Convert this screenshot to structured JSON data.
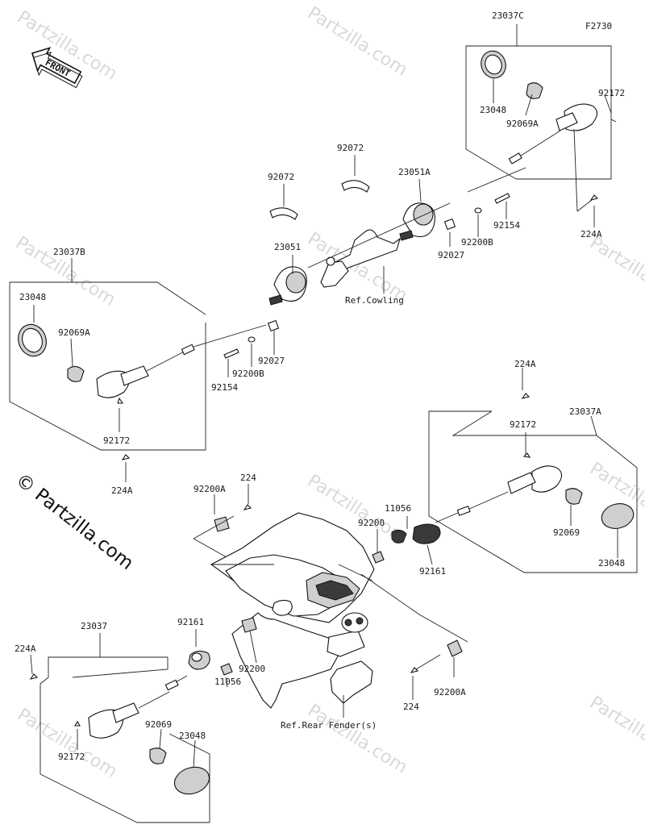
{
  "figure_code": "F2730",
  "front_label": "FRONT",
  "watermark": "Partzilla.com",
  "copyright": "© Partzilla.com",
  "labels": {
    "a23037C": "23037C",
    "a23048_tr": "23048",
    "a92069A_tr": "92069A",
    "a92172_tr": "92172",
    "a224A_tr": "224A",
    "a92072_a": "92072",
    "a92072_b": "92072",
    "a23051A": "23051A",
    "a92154_r": "92154",
    "a92200B_r": "92200B",
    "a92027_r": "92027",
    "a23051": "23051",
    "ref_cowling": "Ref.Cowling",
    "a23037B": "23037B",
    "a23048_tl": "23048",
    "a92069A_tl": "92069A",
    "a92027_l": "92027",
    "a92200B_l": "92200B",
    "a92154_l": "92154",
    "a92172_tl": "92172",
    "a224A_tl": "224A",
    "a224A_mr": "224A",
    "a23037A": "23037A",
    "a92172_mr": "92172",
    "a92069_mr": "92069",
    "a23048_mr": "23048",
    "a92200A_l": "92200A",
    "a224_l": "224",
    "a92200_r": "92200",
    "a11056_r": "11056",
    "a92161_r": "92161",
    "a23037": "23037",
    "a224A_bl": "224A",
    "a92161_l": "92161",
    "a92200_l": "92200",
    "a11056_l": "11056",
    "a92069_bl": "92069",
    "a23048_bl": "23048",
    "a92172_bl": "92172",
    "a224_r": "224",
    "a92200A_r": "92200A",
    "ref_fender": "Ref.Rear Fender(s)"
  }
}
